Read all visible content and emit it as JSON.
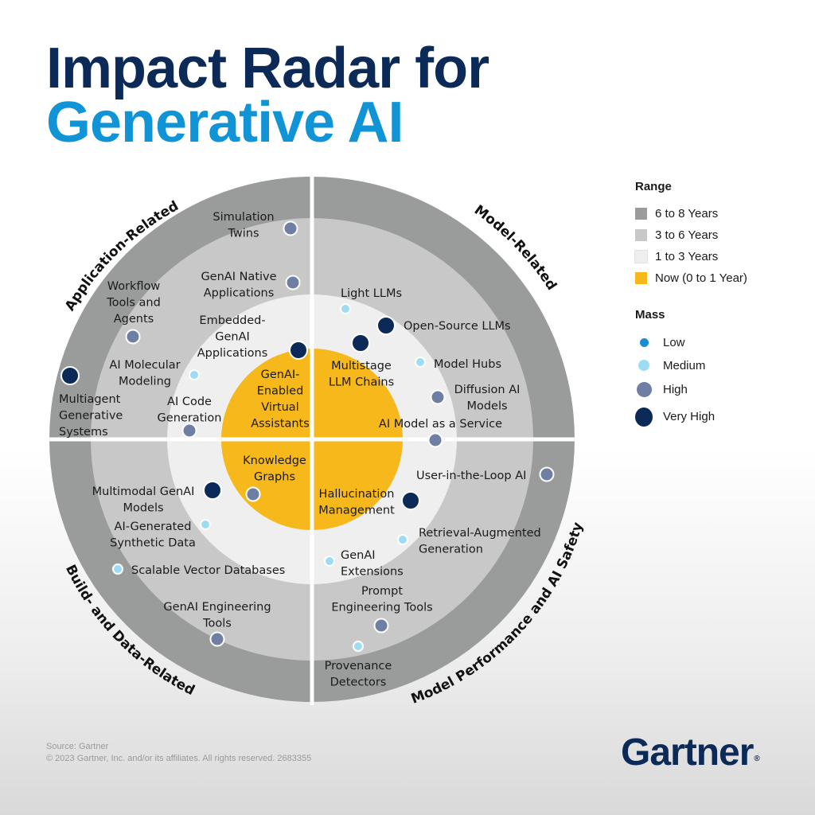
{
  "title": {
    "line1": "Impact Radar for",
    "line2": "Generative AI"
  },
  "sectors": {
    "top_left": "Application-Related",
    "top_right": "Model-Related",
    "bottom_right": "Model Performance and AI Safety",
    "bottom_left": "Build- and Data-Related"
  },
  "legend": {
    "range_title": "Range",
    "ranges": [
      {
        "label": "6 to 8 Years",
        "color": "#9a9c9c"
      },
      {
        "label": "3 to 6 Years",
        "color": "#c8c8c8"
      },
      {
        "label": "1 to 3 Years",
        "color": "#efefef"
      },
      {
        "label": "Now (0 to 1 Year)",
        "color": "#f6b81a"
      }
    ],
    "mass_title": "Mass",
    "masses": [
      {
        "label": "Low",
        "color": "#1a8dd0",
        "size": "low"
      },
      {
        "label": "Medium",
        "color": "#9edcf3",
        "size": "medium"
      },
      {
        "label": "High",
        "color": "#6e7fa3",
        "size": "high"
      },
      {
        "label": "Very High",
        "color": "#0b2a57",
        "size": "very_high"
      }
    ]
  },
  "items": [
    {
      "name": "Simulation Twins",
      "lines": [
        "Simulation",
        "Twins"
      ],
      "mass": "high"
    },
    {
      "name": "GenAI Native Applications",
      "lines": [
        "GenAI Native",
        "Applications"
      ],
      "mass": "high"
    },
    {
      "name": "Workflow Tools and Agents",
      "lines": [
        "Workflow",
        "Tools and",
        "Agents"
      ],
      "mass": "high"
    },
    {
      "name": "Embedded-GenAI Applications",
      "lines": [
        "Embedded-",
        "GenAI",
        "Applications"
      ],
      "mass": "very_high"
    },
    {
      "name": "AI Molecular Modeling",
      "lines": [
        "AI Molecular",
        "Modeling"
      ],
      "mass": "medium"
    },
    {
      "name": "Multiagent Generative Systems",
      "lines": [
        "Multiagent",
        "Generative",
        "Systems"
      ],
      "mass": "very_high"
    },
    {
      "name": "AI Code Generation",
      "lines": [
        "AI Code",
        "Generation"
      ],
      "mass": "high"
    },
    {
      "name": "GenAI-Enabled Virtual Assistants",
      "lines": [
        "GenAI-",
        "Enabled",
        "Virtual",
        "Assistants"
      ],
      "mass": "high"
    },
    {
      "name": "Light LLMs",
      "lines": [
        "Light LLMs"
      ],
      "mass": "medium"
    },
    {
      "name": "Open-Source LLMs",
      "lines": [
        "Open-Source LLMs"
      ],
      "mass": "very_high"
    },
    {
      "name": "Multistage LLM Chains",
      "lines": [
        "Multistage",
        "LLM Chains"
      ],
      "mass": "very_high"
    },
    {
      "name": "Model Hubs",
      "lines": [
        "Model Hubs"
      ],
      "mass": "medium"
    },
    {
      "name": "Diffusion AI Models",
      "lines": [
        "Diffusion AI",
        "Models"
      ],
      "mass": "high"
    },
    {
      "name": "AI Model as a Service",
      "lines": [
        "AI Model as a Service"
      ],
      "mass": "high"
    },
    {
      "name": "Knowledge Graphs",
      "lines": [
        "Knowledge",
        "Graphs"
      ],
      "mass": "high"
    },
    {
      "name": "Multimodal GenAI Models",
      "lines": [
        "Multimodal GenAI",
        "Models"
      ],
      "mass": "very_high"
    },
    {
      "name": "AI-Generated Synthetic Data",
      "lines": [
        "AI-Generated",
        "Synthetic Data"
      ],
      "mass": "medium"
    },
    {
      "name": "Scalable Vector Databases",
      "lines": [
        "Scalable Vector Databases"
      ],
      "mass": "medium"
    },
    {
      "name": "GenAI Engineering Tools",
      "lines": [
        "GenAI Engineering",
        "Tools"
      ],
      "mass": "high"
    },
    {
      "name": "User-in-the-Loop AI",
      "lines": [
        "User-in-the-Loop AI"
      ],
      "mass": "high"
    },
    {
      "name": "Hallucination Management",
      "lines": [
        "Hallucination",
        "Management"
      ],
      "mass": "very_high"
    },
    {
      "name": "Retrieval-Augmented Generation",
      "lines": [
        "Retrieval-Augmented",
        "Generation"
      ],
      "mass": "medium"
    },
    {
      "name": "GenAI Extensions",
      "lines": [
        "GenAI",
        "Extensions"
      ],
      "mass": "medium"
    },
    {
      "name": "Prompt Engineering Tools",
      "lines": [
        "Prompt",
        "Engineering Tools"
      ],
      "mass": "high"
    },
    {
      "name": "Provenance Detectors",
      "lines": [
        "Provenance",
        "Detectors"
      ],
      "mass": "medium"
    }
  ],
  "source": "Source: Gartner",
  "copyright": "© 2023 Gartner, Inc. and/or its affiliates. All rights reserved. 2683355",
  "logo": {
    "text": "Gartner",
    "mark": "®"
  }
}
